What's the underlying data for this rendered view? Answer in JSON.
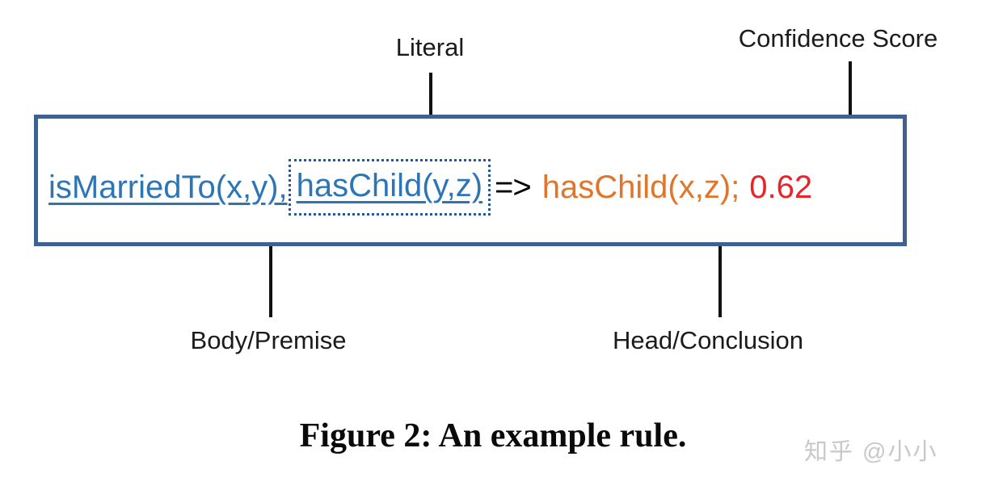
{
  "figure": {
    "rule": {
      "body_atom": "isMarriedTo(x,y),",
      "literal": "hasChild(y,z)",
      "implies": "=>",
      "head": "hasChild(x,z);",
      "confidence": "0.62"
    },
    "annotations": {
      "literal": "Literal",
      "confidence": "Confidence Score",
      "body": "Body/Premise",
      "head": "Head/Conclusion"
    },
    "caption": "Figure 2: An example rule.",
    "watermark": "知乎 @小小",
    "colors": {
      "rule_body": "#2E75B6",
      "rule_head": "#E0762B",
      "confidence": "#E8242A",
      "box_border": "#3F618F",
      "literal_box_border": "#2F5496",
      "arrow": "#111111",
      "watermark": "#C8C8C9"
    }
  }
}
